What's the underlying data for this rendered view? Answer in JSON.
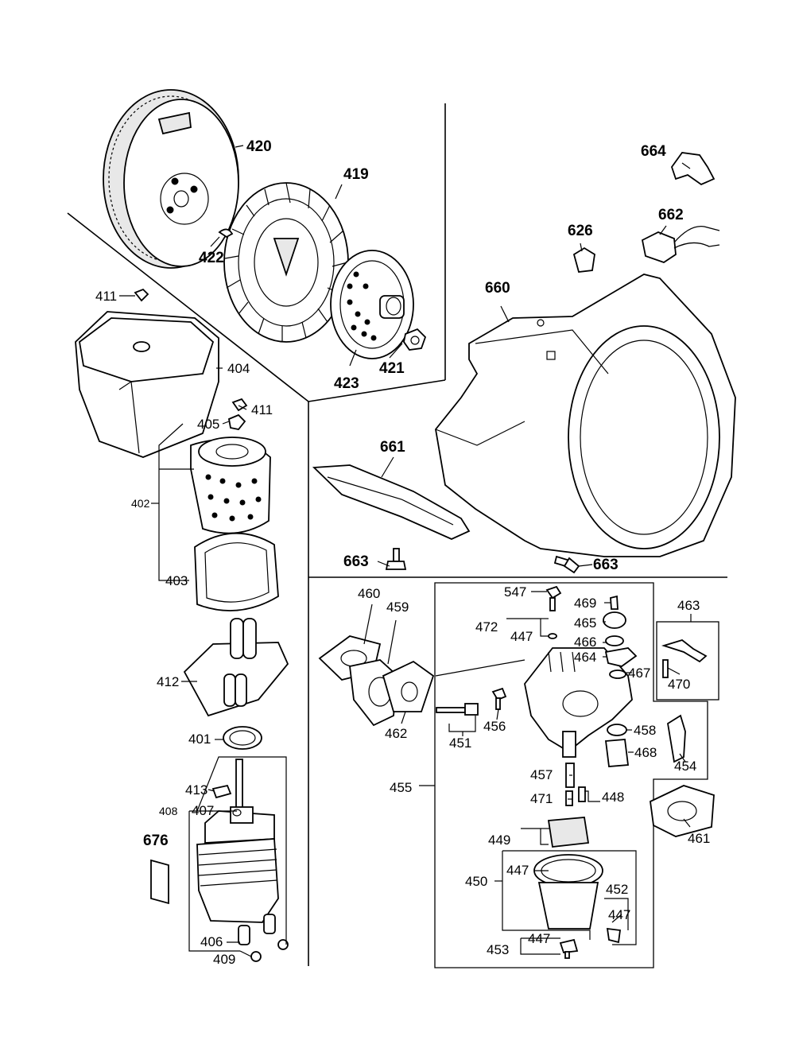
{
  "callouts": {
    "p420": "420",
    "p419": "419",
    "p422": "422",
    "p423": "423",
    "p421": "421",
    "p411a": "411",
    "p411b": "411",
    "p404": "404",
    "p405": "405",
    "p402": "402",
    "p403": "403",
    "p412": "412",
    "p401": "401",
    "p413": "413",
    "p408": "408",
    "p407": "407",
    "p676": "676",
    "p406": "406",
    "p409": "409",
    "p664": "664",
    "p626": "626",
    "p662": "662",
    "p660": "660",
    "p661": "661",
    "p663a": "663",
    "p663b": "663",
    "p460": "460",
    "p459": "459",
    "p462": "462",
    "p451": "451",
    "p456": "456",
    "p455": "455",
    "p547": "547",
    "p469": "469",
    "p472": "472",
    "p447a": "447",
    "p465": "465",
    "p466": "466",
    "p464": "464",
    "p467": "467",
    "p458": "458",
    "p468": "468",
    "p457": "457",
    "p471": "471",
    "p448": "448",
    "p449": "449",
    "p450": "450",
    "p447b": "447",
    "p452": "452",
    "p447c": "447",
    "p453": "453",
    "p447d": "447",
    "p463": "463",
    "p470": "470",
    "p454": "454",
    "p461": "461"
  }
}
